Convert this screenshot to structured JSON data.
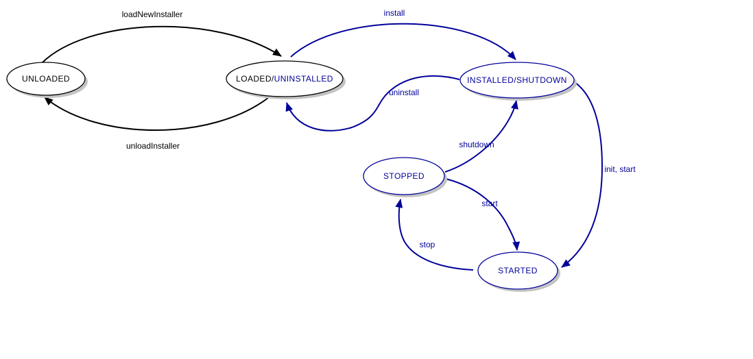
{
  "diagram": {
    "type": "state-machine",
    "background": "#FFFFFF",
    "colors": {
      "base": "#000000",
      "highlight": "#000099",
      "node_fill": "#FFFFFF",
      "node_shadow": "#C3C3C3",
      "background": "#FFFFFF"
    },
    "states": [
      {
        "id": "unloaded",
        "label": "UNLOADED"
      },
      {
        "id": "loaded-uninstalled",
        "label_base": "LOADED/",
        "label_highlight": "UNINSTALLED"
      },
      {
        "id": "installed-shutdown",
        "label": "INSTALLED/SHUTDOWN"
      },
      {
        "id": "stopped",
        "label": "STOPPED"
      },
      {
        "id": "started",
        "label": "STARTED"
      }
    ],
    "transitions": [
      {
        "label": "loadNewInstaller",
        "from": "UNLOADED",
        "to": "LOADED/UNINSTALLED"
      },
      {
        "label": "unloadInstaller",
        "from": "LOADED/UNINSTALLED",
        "to": "UNLOADED"
      },
      {
        "label": "install",
        "from": "LOADED/UNINSTALLED",
        "to": "INSTALLED/SHUTDOWN"
      },
      {
        "label": "uninstall",
        "from": "INSTALLED/SHUTDOWN",
        "to": "LOADED/UNINSTALLED"
      },
      {
        "label": "shutdown",
        "from": "STOPPED",
        "to": "INSTALLED/SHUTDOWN"
      },
      {
        "label": "start",
        "from": "STOPPED",
        "to": "STARTED"
      },
      {
        "label": "stop",
        "from": "STARTED",
        "to": "STOPPED"
      },
      {
        "label": "init, start",
        "from": "INSTALLED/SHUTDOWN",
        "to": "STARTED"
      }
    ]
  }
}
